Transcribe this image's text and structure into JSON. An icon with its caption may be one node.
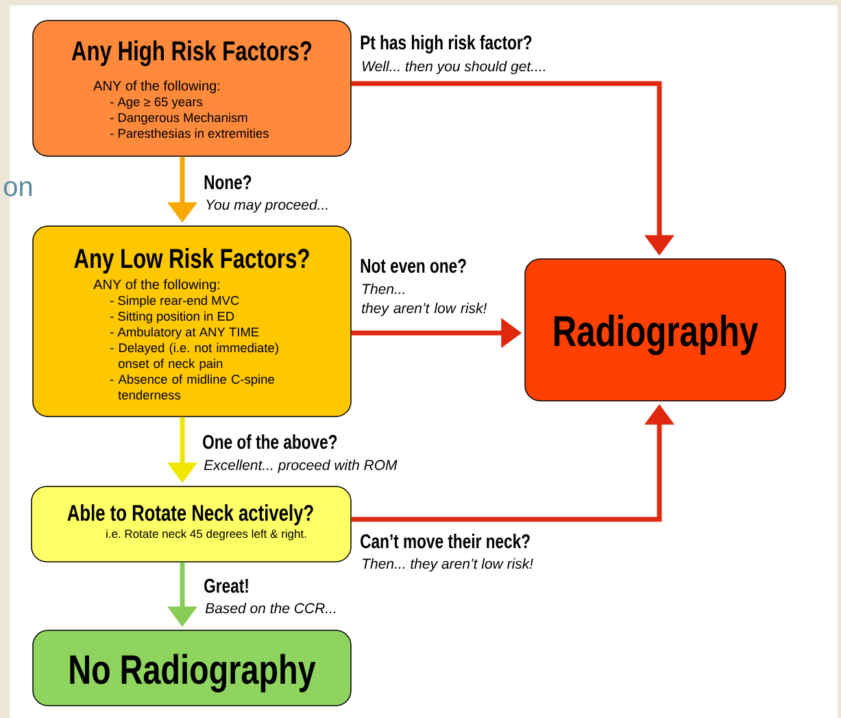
{
  "diagram": {
    "nodes": [
      {
        "text": [
          "Any High Risk Factors?",
          "ANY of the following:",
          "- Age ≥ 65 years",
          "- Dangerous Mechanism",
          "- Paresthesias in extremities"
        ]
      },
      {
        "text": [
          "Any Low Risk Factors?",
          "ANY of the following:",
          "- Simple rear-end MVC",
          "- Sitting position in ED",
          "- Ambulatory at ANY TIME",
          "- Delayed (i.e. not immediate) onset of neck pain",
          "- Absence of midline C-spine tenderness"
        ]
      },
      {
        "text": [
          "Radiography"
        ]
      },
      {
        "text": [
          "Able to Rotate Neck actively?",
          "i.e. Rotate neck 45 degrees left & right."
        ]
      },
      {
        "text": [
          "No Radiography"
        ]
      }
    ],
    "edges": [
      {
        "from": 0,
        "to": 2,
        "arrow": "to",
        "color": "#e0280e"
      },
      {
        "from": 0,
        "to": 1,
        "arrow": "to",
        "color": "#f8a800"
      },
      {
        "from": 1,
        "to": 2,
        "arrow": "to",
        "color": "#e0280e"
      },
      {
        "from": 1,
        "to": 3,
        "arrow": "to",
        "color": "#f0e600"
      },
      {
        "from": 3,
        "to": 2,
        "arrow": "to",
        "color": "#e0280e"
      },
      {
        "from": 3,
        "to": 4,
        "arrow": "to",
        "color": "#88cc55"
      }
    ],
    "labels": [
      "Pt has high risk factor?",
      "Well... then you should get....",
      "on",
      "None?",
      "You may proceed...",
      "Not even one?",
      "Then... they aren’t low risk!",
      "One of the above?",
      "Excellent... proceed with ROM",
      "Can’t move their neck?",
      "Then... they aren’t low risk!",
      "Great!",
      "Based on the CCR..."
    ]
  }
}
